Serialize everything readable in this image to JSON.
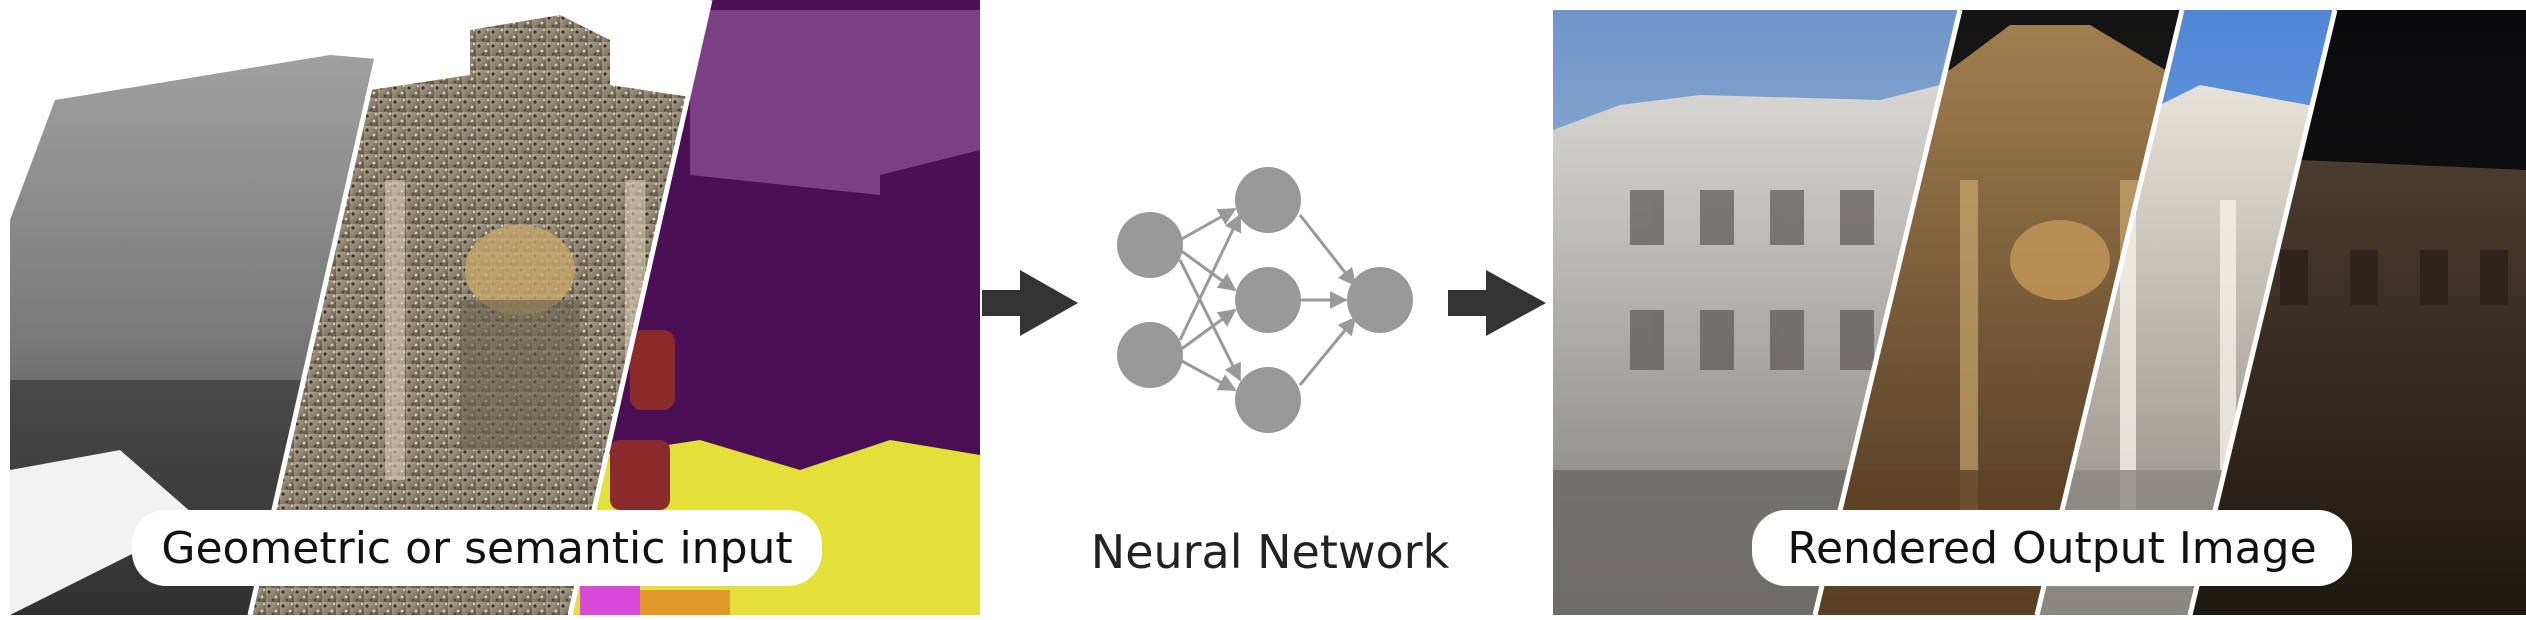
{
  "input_panel": {
    "label": "Geometric or semantic input",
    "strips": [
      "depth-map",
      "point-cloud-photo",
      "semantic-segmentation"
    ],
    "segmentation_colors": [
      "#7b3f84",
      "#4a0f55",
      "#e3e03a",
      "#8b2a2a",
      "#d84ad8",
      "#e39a2a"
    ]
  },
  "network": {
    "caption": "Neural Network",
    "layers": [
      2,
      3,
      1
    ],
    "node_color": "#999999",
    "edge_color": "#999999"
  },
  "arrows": {
    "color": "#333333"
  },
  "output_panel": {
    "label": "Rendered Output Image",
    "strips": [
      "daylight-render",
      "golden-evening-render",
      "blue-sky-render",
      "night-render"
    ]
  }
}
